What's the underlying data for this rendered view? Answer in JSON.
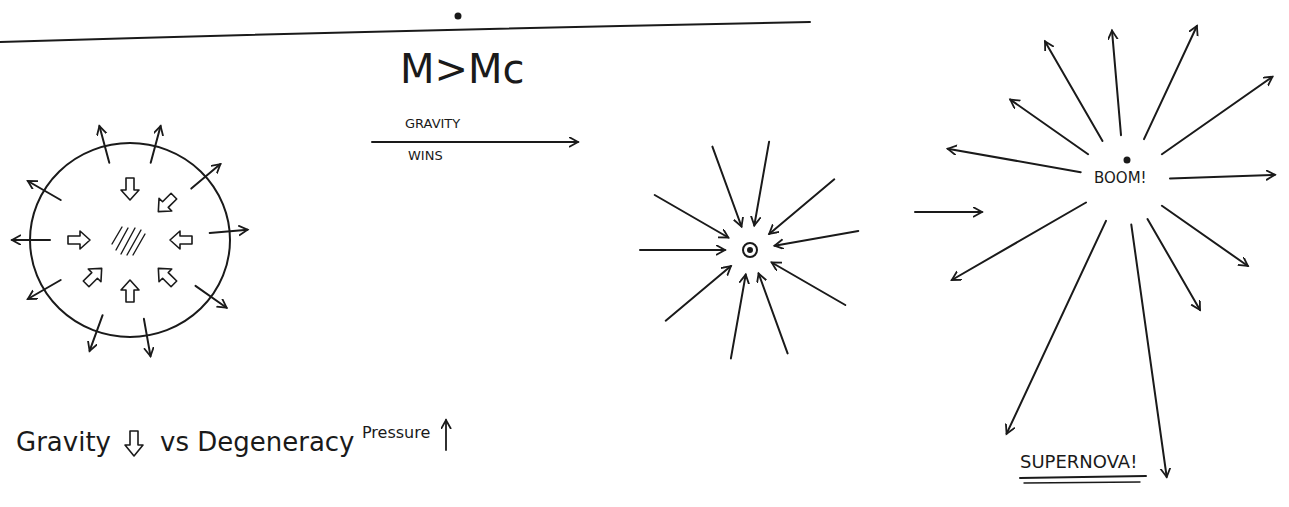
{
  "diagram": {
    "labels": [
      "M>Mc",
      "GRAVITY",
      "WINS",
      "BOOM!",
      "SUPERNOVA!",
      "Gravity",
      "vs Degeneracy",
      "Pressure"
    ]
  }
}
